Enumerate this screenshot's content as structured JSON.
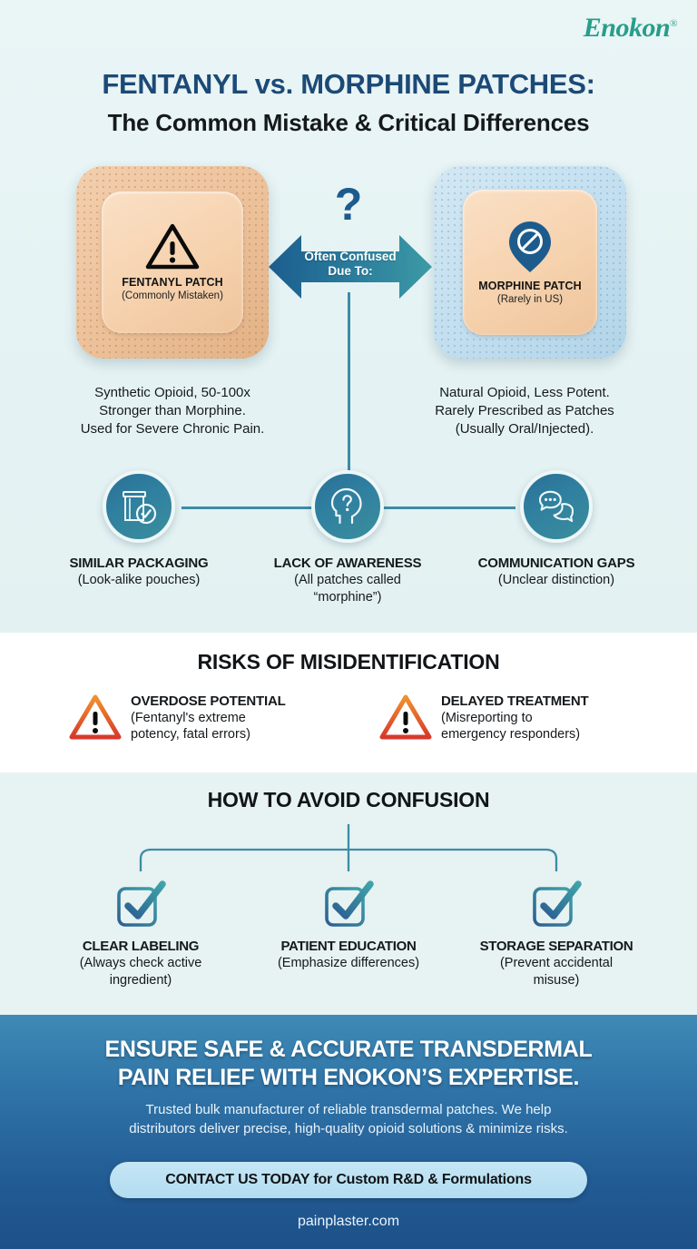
{
  "brand": {
    "name": "Enokon",
    "trademark": "®"
  },
  "header": {
    "title_line1": "FENTANYL vs. MORPHINE PATCHES:",
    "title_line2": "The Common Mistake & Critical Differences"
  },
  "comparison": {
    "left_patch": {
      "label": "FENTANYL PATCH",
      "sublabel": "(Commonly Mistaken)",
      "icon": "warning-triangle-icon",
      "description": "Synthetic Opioid, 50-100x\nStronger than Morphine.\nUsed for Severe Chronic Pain."
    },
    "right_patch": {
      "label": "MORPHINE PATCH",
      "sublabel": "(Rarely in US)",
      "icon": "no-entry-pin-icon",
      "description": "Natural Opioid, Less Potent.\nRarely Prescribed as Patches\n(Usually Oral/Injected)."
    },
    "connector": {
      "question_mark": "?",
      "arrow_label": "Often Confused\nDue To:"
    }
  },
  "confusion_reasons": [
    {
      "icon": "package-pouch-check-icon",
      "title": "SIMILAR PACKAGING",
      "subtitle": "(Look-alike pouches)"
    },
    {
      "icon": "head-question-icon",
      "title": "LACK OF AWARENESS",
      "subtitle": "(All patches called\n“morphine”)"
    },
    {
      "icon": "speech-bubbles-icon",
      "title": "COMMUNICATION GAPS",
      "subtitle": "(Unclear distinction)"
    }
  ],
  "risks": {
    "heading": "RISKS OF MISIDENTIFICATION",
    "items": [
      {
        "icon": "warning-triangle-icon",
        "title": "OVERDOSE POTENTIAL",
        "subtitle": "(Fentanyl's extreme\npotency, fatal errors)"
      },
      {
        "icon": "warning-triangle-icon",
        "title": "DELAYED TREATMENT",
        "subtitle": "(Misreporting to\nemergency responders)"
      }
    ]
  },
  "avoid": {
    "heading": "HOW TO AVOID CONFUSION",
    "items": [
      {
        "icon": "checkbox-check-icon",
        "title": "CLEAR LABELING",
        "subtitle": "(Always check active\ningredient)"
      },
      {
        "icon": "checkbox-check-icon",
        "title": "PATIENT EDUCATION",
        "subtitle": "(Emphasize differences)"
      },
      {
        "icon": "checkbox-check-icon",
        "title": "STORAGE SEPARATION",
        "subtitle": "(Prevent accidental\nmisuse)"
      }
    ]
  },
  "footer": {
    "headline": "ENSURE SAFE & ACCURATE TRANSDERMAL\nPAIN RELIEF WITH ENOKON’S EXPERTISE.",
    "subtext": "Trusted bulk manufacturer of reliable transdermal patches. We help\ndistributors deliver precise, high-quality opioid solutions & minimize risks.",
    "cta_label": "CONTACT US TODAY for Custom R&D & Formulations",
    "url": "painplaster.com"
  },
  "colors": {
    "title_blue": "#1c4a77",
    "teal_brand": "#279e8a",
    "connector": "#3d8ca6",
    "risk_red": "#e04224",
    "footer_blue": "#225c94",
    "cta_bg": "#b2dcf0"
  }
}
